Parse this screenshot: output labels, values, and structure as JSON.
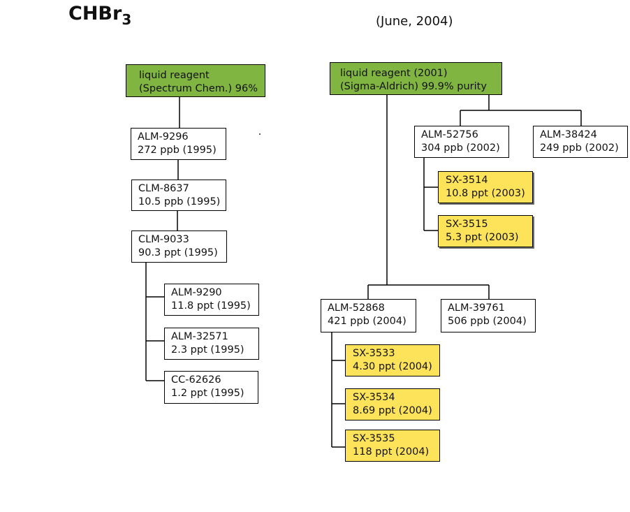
{
  "title": {
    "text": "CHBr",
    "sub": "3"
  },
  "date": "(June, 2004)",
  "nodes": {
    "root1": {
      "l1": "liquid reagent",
      "l2": "(Spectrum Chem.) 96%"
    },
    "alm9296": {
      "l1": "ALM-9296",
      "l2": "272 ppb (1995)"
    },
    "clm8637": {
      "l1": "CLM-8637",
      "l2": "10.5 ppb (1995)"
    },
    "clm9033": {
      "l1": "CLM-9033",
      "l2": "90.3 ppt (1995)"
    },
    "alm9290": {
      "l1": "ALM-9290",
      "l2": "11.8 ppt (1995)"
    },
    "alm32571": {
      "l1": "ALM-32571",
      "l2": "2.3 ppt (1995)"
    },
    "cc62626": {
      "l1": "CC-62626",
      "l2": "1.2 ppt (1995)"
    },
    "root2": {
      "l1": "liquid reagent (2001)",
      "l2": "(Sigma-Aldrich)  99.9% purity"
    },
    "alm52756": {
      "l1": "ALM-52756",
      "l2": "304 ppb (2002)"
    },
    "alm38424": {
      "l1": "ALM-38424",
      "l2": "249 ppb (2002)"
    },
    "sx3514": {
      "l1": "SX-3514",
      "l2": "10.8 ppt (2003)"
    },
    "sx3515": {
      "l1": "SX-3515",
      "l2": "5.3 ppt (2003)"
    },
    "alm52868": {
      "l1": "ALM-52868",
      "l2": "421 ppb (2004)"
    },
    "alm39761": {
      "l1": "ALM-39761",
      "l2": "506 ppb (2004)"
    },
    "sx3533": {
      "l1": "SX-3533",
      "l2": "4.30 ppt (2004)"
    },
    "sx3534": {
      "l1": "SX-3534",
      "l2": "8.69 ppt (2004)"
    },
    "sx3535": {
      "l1": "SX-3535",
      "l2": "118 ppt (2004)"
    }
  },
  "colors": {
    "reagent": "#80b541",
    "sample": "#fde35a",
    "stock": "#ffffff"
  }
}
